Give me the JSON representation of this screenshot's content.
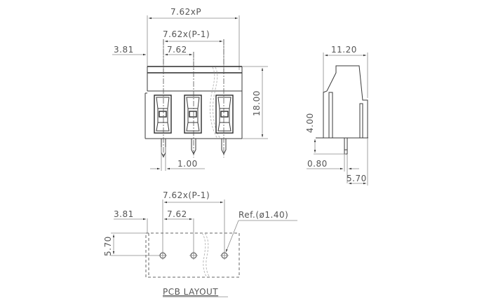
{
  "drawing": {
    "type": "terminal-block-dimension-drawing",
    "line_color": "#3a3a3a",
    "text_color": "#555555",
    "front_view": {
      "dimensions": {
        "overall_width": "7.62xP",
        "pitch_span": "7.62x(P-1)",
        "pitch": "7.62",
        "edge_offset": "3.81",
        "height": "18.00",
        "pin_width": "1.00"
      },
      "positions_count": 3
    },
    "side_view": {
      "dimensions": {
        "depth": "11.20",
        "pin_length": "4.00",
        "pin_thickness": "0.80",
        "pin_offset": "5.70"
      }
    },
    "pcb_layout": {
      "title": "PCB LAYOUT",
      "dimensions": {
        "pitch_span": "7.62x(P-1)",
        "pitch": "7.62",
        "edge_offset": "3.81",
        "row_offset": "5.70",
        "hole_ref": "Ref.(ø1.40)"
      },
      "holes_count": 3
    }
  }
}
